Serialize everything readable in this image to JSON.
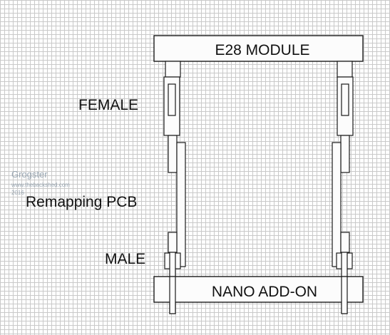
{
  "diagram": {
    "top_box_label": "E28 MODULE",
    "bottom_box_label": "NANO ADD-ON",
    "female_label": "FEMALE",
    "pcb_label": "Remapping PCB",
    "male_label": "MALE"
  },
  "watermark": {
    "name": "Grogster",
    "site": "www.thebackshed.com",
    "year": "2016"
  },
  "colors": {
    "grid": "#c9c9c9",
    "line": "#1a1a1a",
    "watermark": "#8a9aa8"
  }
}
